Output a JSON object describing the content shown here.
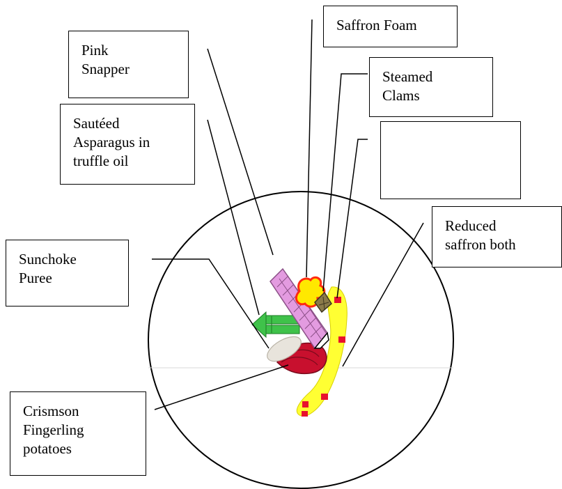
{
  "diagram": {
    "title": "",
    "labels": {
      "pink_snapper": [
        "Pink",
        "Snapper"
      ],
      "sauteed_asparagus": [
        "Sautéed",
        "Asparagus in",
        "truffle oil"
      ],
      "saffron_foam": [
        "Saffron Foam"
      ],
      "steamed_clams": [
        "Steamed",
        "Clams"
      ],
      "blank_label": [],
      "reduced_saffron": [
        "Reduced",
        "saffron both"
      ],
      "sunchoke_puree": [
        "Sunchoke",
        "Puree"
      ],
      "crimson_potatoes": [
        "Crismson",
        "Fingerling",
        "potatoes"
      ]
    },
    "colors": {
      "snapper": "#e39be0",
      "snapper_outline": "#8a4f86",
      "asparagus": "#3fc24a",
      "saffron_foam": "#ffe800",
      "saffron_foam_edge": "#ff2a10",
      "clams": "#8a7a4a",
      "sauce": "#ffff33",
      "sauce_dots": "#e8112d",
      "potatoes": "#c8102e",
      "puree": "#e8e4dc",
      "line": "#000000"
    }
  }
}
